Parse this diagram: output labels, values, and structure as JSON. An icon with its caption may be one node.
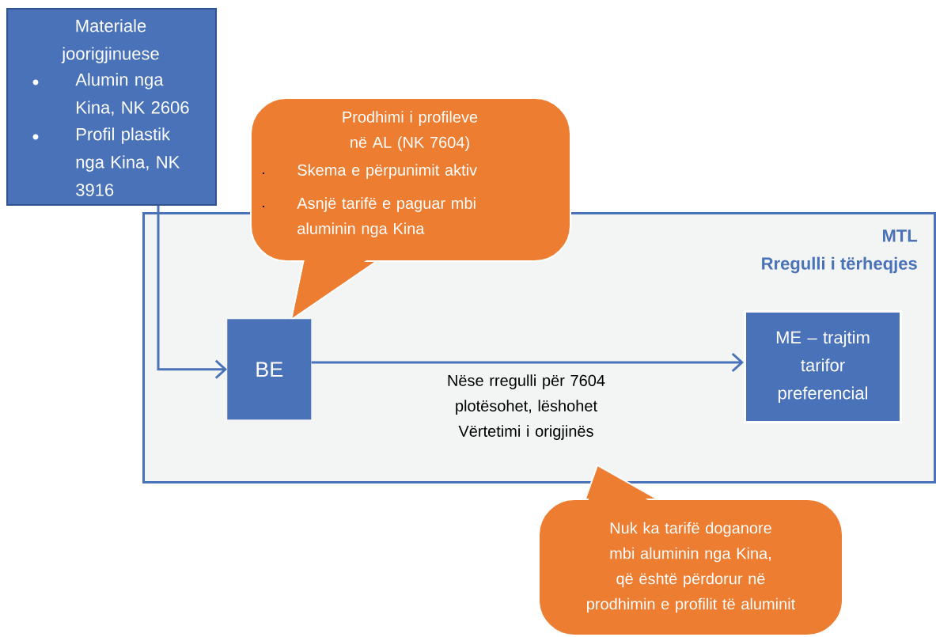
{
  "diagram": {
    "nodes": [
      {
        "text": [
          "Materiale joorigjinuese",
          "Alumin nga Kina, NK 2606",
          "Profil plastik nga Kina, NK 3916"
        ]
      },
      {
        "text": [
          "MTL",
          "Rregulli i tërheqjes"
        ]
      },
      {
        "text": [
          "BE"
        ],
        "in": 1
      },
      {
        "text": [
          "ME – trajtim tarifor preferencial"
        ],
        "in": 1
      },
      {
        "text": [
          "Prodhimi i profileve në AL (NK 7604)",
          "Skema e përpunimit aktiv",
          "Asnjë tarifë e paguar mbi aluminin nga Kina"
        ]
      },
      {
        "text": [
          "Nuk ka tarifë doganore mbi aluminin nga Kina, që është përdorur në prodhimin e profilit të aluminit"
        ]
      }
    ],
    "edges": [
      {
        "from": 0,
        "to": 2,
        "arrow": "to"
      },
      {
        "from": 2,
        "to": 3,
        "arrow": "to",
        "label": "Nëse rregulli për 7604 plotësohet, lëshohet Vërtetimi i origjinës"
      }
    ]
  }
}
